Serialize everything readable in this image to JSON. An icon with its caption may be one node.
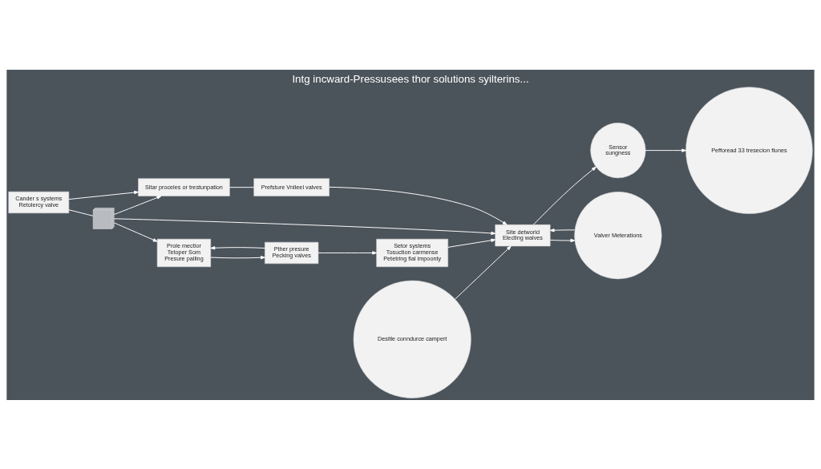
{
  "diagram": {
    "title": "Intg incward-Pressusees thor solutions syilterins...",
    "nodes": [
      {
        "text": [
          "Cander s systems",
          "Retolercy valve"
        ]
      },
      {
        "text": [
          "Sltar proceles or trestunpation"
        ]
      },
      {
        "text": [
          "Prefsture Vnlleel valves"
        ]
      },
      {
        "text": [
          "Site detworld",
          "Electing walves"
        ]
      },
      {
        "text": [
          "Sensor",
          "sungness"
        ]
      },
      {
        "text": [
          "Desitle conndurce campert"
        ]
      },
      {
        "text": [
          "Prole mectior",
          "Tetoper Som",
          "Presure palling"
        ]
      },
      {
        "text": [
          "Setor systems",
          "Tosuction carmense",
          "Petetring fial impoonty"
        ]
      },
      {
        "text": [
          "Pther presure",
          "Pecking valves"
        ]
      },
      {
        "text": [
          "Valver Meterations"
        ]
      },
      {
        "text": [
          "Pefforead 33 tresecion flunes"
        ]
      },
      {
        "text": [],
        "shape": "picture"
      }
    ],
    "edges": [
      {
        "from": 0,
        "to": 11,
        "arrow": "none"
      },
      {
        "from": 11,
        "to": 1,
        "arrow": "to"
      },
      {
        "from": 0,
        "to": 1,
        "arrow": "to"
      },
      {
        "from": 11,
        "to": 6,
        "arrow": "to"
      },
      {
        "from": 1,
        "to": 2,
        "arrow": "none"
      },
      {
        "from": 2,
        "to": 3,
        "arrow": "to"
      },
      {
        "from": 11,
        "to": 3,
        "arrow": "to"
      },
      {
        "from": 3,
        "to": 4,
        "arrow": "to"
      },
      {
        "from": 5,
        "to": 3,
        "arrow": "to"
      },
      {
        "from": 4,
        "to": 10,
        "arrow": "to"
      },
      {
        "from": 3,
        "to": 9,
        "arrow": "to"
      },
      {
        "from": 9,
        "to": 3,
        "arrow": "to"
      },
      {
        "from": 7,
        "to": 3,
        "arrow": "to"
      },
      {
        "from": 6,
        "to": 8,
        "arrow": "to"
      },
      {
        "from": 8,
        "to": 6,
        "arrow": "to"
      },
      {
        "from": 8,
        "to": 7,
        "arrow": "to"
      }
    ]
  }
}
